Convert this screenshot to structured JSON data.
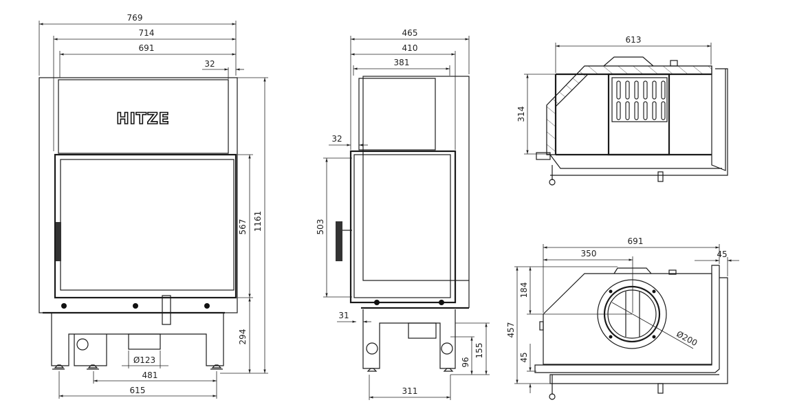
{
  "drawing": {
    "brand_logo": "HITZE",
    "front_view": {
      "overall_width": "769",
      "frame_width": "714",
      "door_width": "691",
      "offset_top": "32",
      "door_height": "567",
      "overall_height": "1161",
      "base_height": "294",
      "flue_diameter": "Ø123",
      "leg_spacing_inner": "481",
      "leg_spacing_outer": "615"
    },
    "side_view": {
      "overall_depth": "465",
      "frame_depth": "410",
      "body_depth": "381",
      "offset_top": "32",
      "door_height": "503",
      "offset_bottom": "31",
      "leg_spacing": "311",
      "inlet_height": "96",
      "base_height": "155"
    },
    "section_view": {
      "width": "613",
      "height": "314"
    },
    "top_view": {
      "width": "691",
      "flue_offset": "350",
      "side_offset": "45",
      "flue_depth": "184",
      "overall_depth": "457",
      "front_offset": "45",
      "flue_diameter": "Ø200"
    }
  }
}
